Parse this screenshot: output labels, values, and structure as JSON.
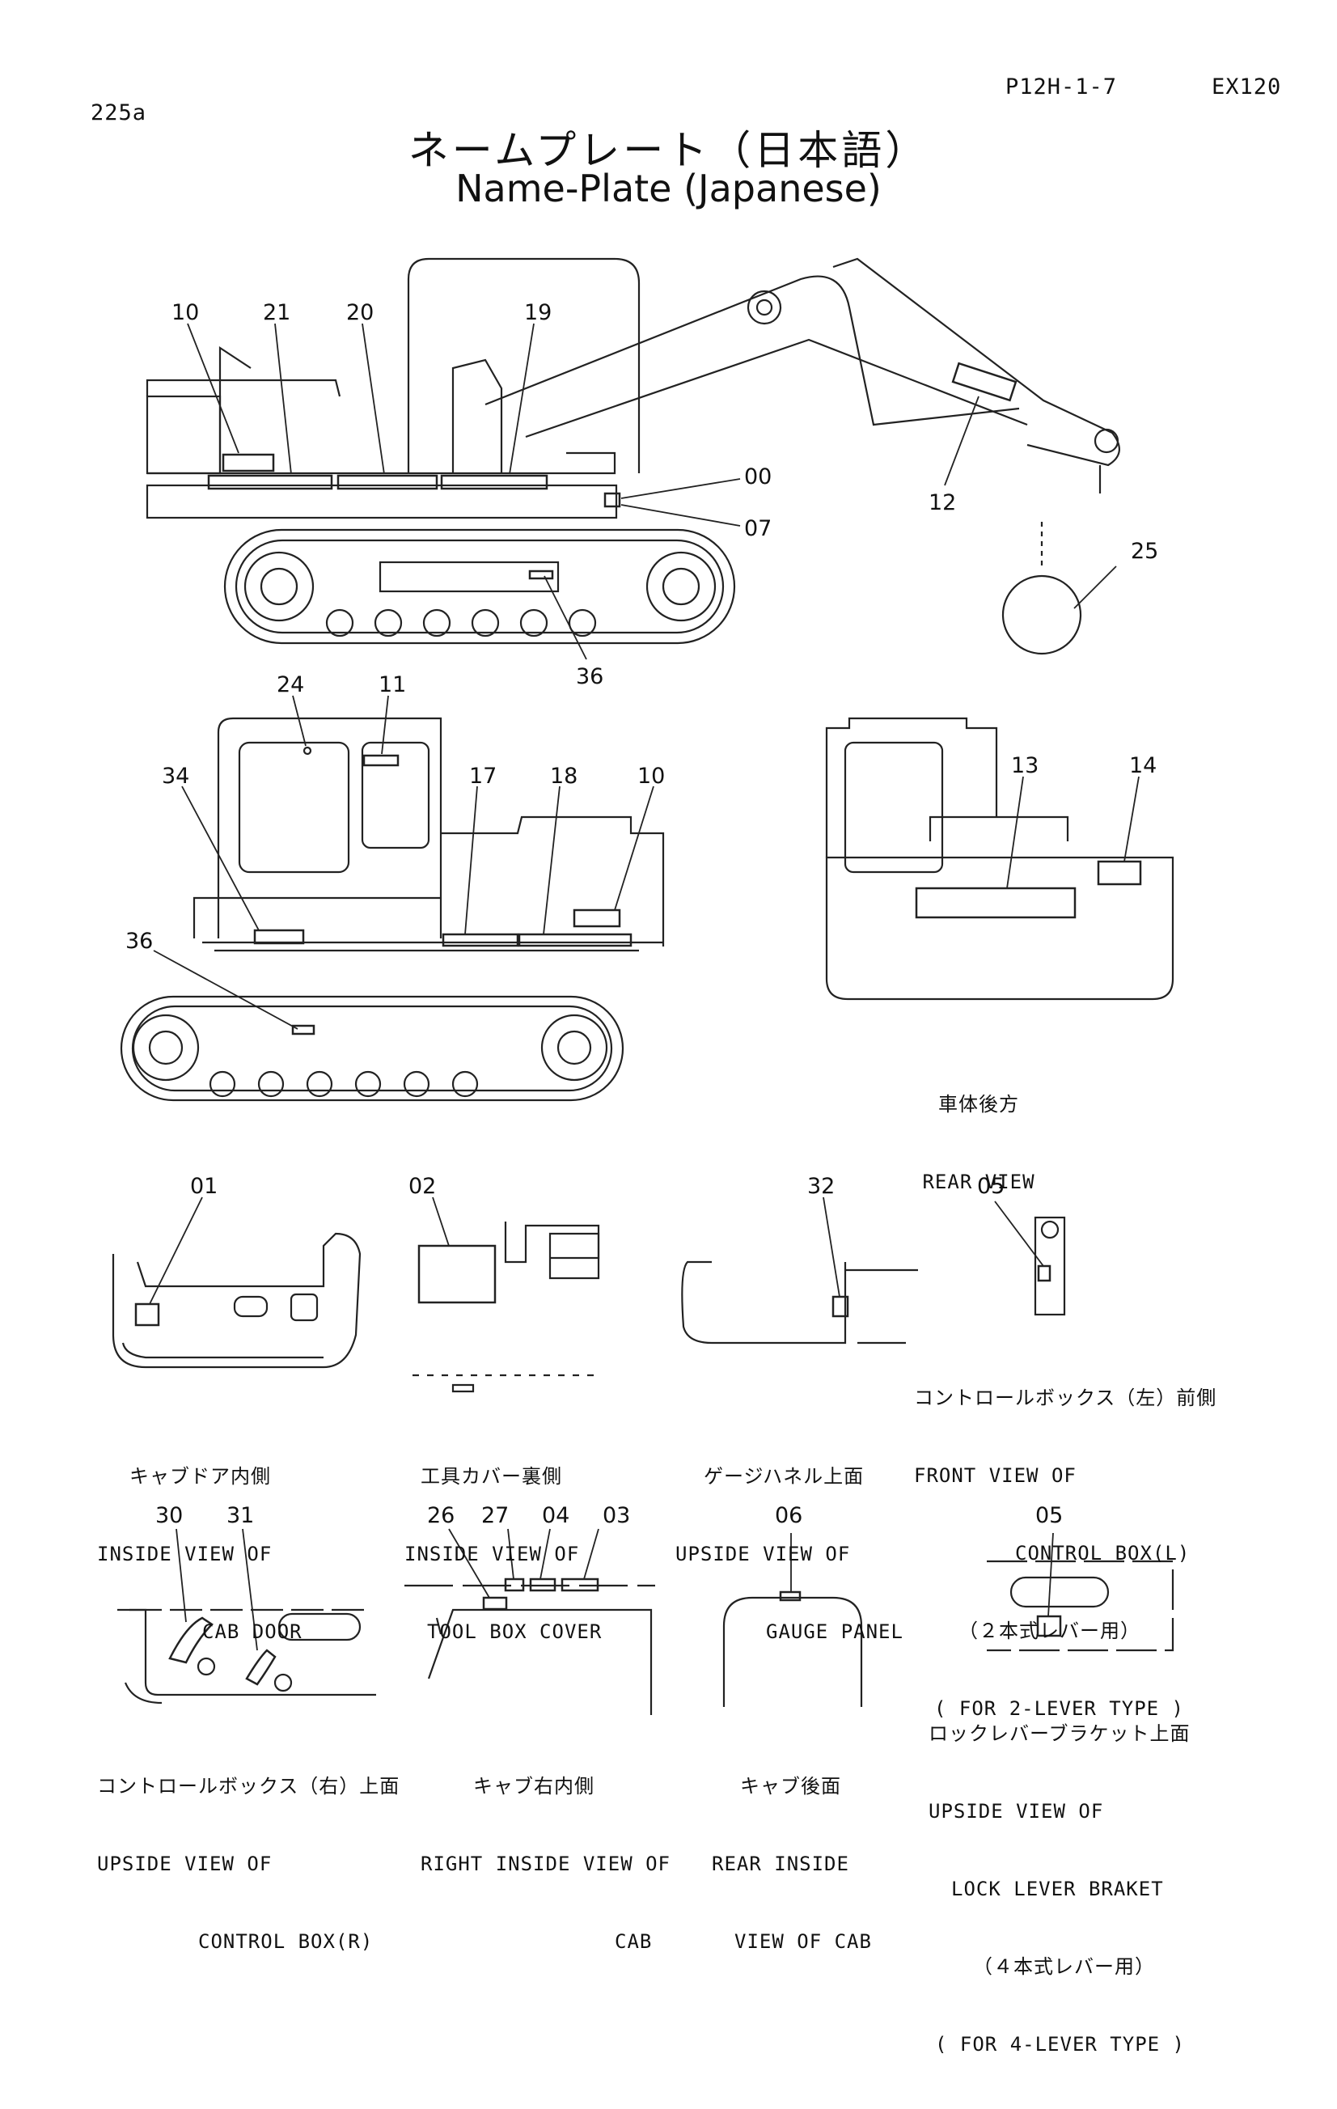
{
  "header": {
    "page_number": "225a",
    "doc_code": "P12H-1-7",
    "model": "EX120",
    "title_jp": "ネームプレート（日本語）",
    "title_en": "Name-Plate (Japanese)"
  },
  "callouts": {
    "side_view": [
      "10",
      "21",
      "20",
      "19",
      "00",
      "07",
      "12",
      "25",
      "36"
    ],
    "front_view": [
      "24",
      "11",
      "34",
      "17",
      "18",
      "10",
      "36"
    ],
    "rear_view": [
      "13",
      "14"
    ],
    "detail_cab_door": "01",
    "detail_tool_box": "02",
    "detail_gauge_panel": "32",
    "detail_control_box_l": "05",
    "detail_control_box_r": [
      "30",
      "31"
    ],
    "detail_cab_right": [
      "26",
      "27",
      "04",
      "03"
    ],
    "detail_cab_rear": "06",
    "detail_lock_lever": "05"
  },
  "captions": {
    "rear_view": [
      "車体後方",
      "REAR VIEW"
    ],
    "cab_door": [
      "キャブドア内側",
      "INSIDE VIEW OF",
      "CAB DOOR"
    ],
    "tool_box": [
      "工具カバー裏側",
      "INSIDE VIEW OF",
      "TOOL BOX COVER"
    ],
    "gauge_panel": [
      "ゲージハネル上面",
      "UPSIDE VIEW OF",
      "GAUGE PANEL"
    ],
    "control_box_l": [
      "コントロールボックス（左）前側",
      "FRONT VIEW OF",
      "CONTROL BOX(L)",
      "（２本式レバー用）",
      "( FOR 2-LEVER TYPE )"
    ],
    "control_box_r": [
      "コントロールボックス（右）上面",
      "UPSIDE VIEW OF",
      "CONTROL BOX(R)"
    ],
    "cab_right": [
      "キャブ右内側",
      "RIGHT INSIDE VIEW OF",
      "CAB"
    ],
    "cab_rear": [
      "キャブ後面",
      "REAR INSIDE",
      "VIEW OF CAB"
    ],
    "lock_lever": [
      "ロックレバーブラケット上面",
      "UPSIDE VIEW OF",
      "LOCK LEVER BRAKET",
      "（４本式レバー用）",
      "( FOR 4-LEVER TYPE )"
    ]
  }
}
